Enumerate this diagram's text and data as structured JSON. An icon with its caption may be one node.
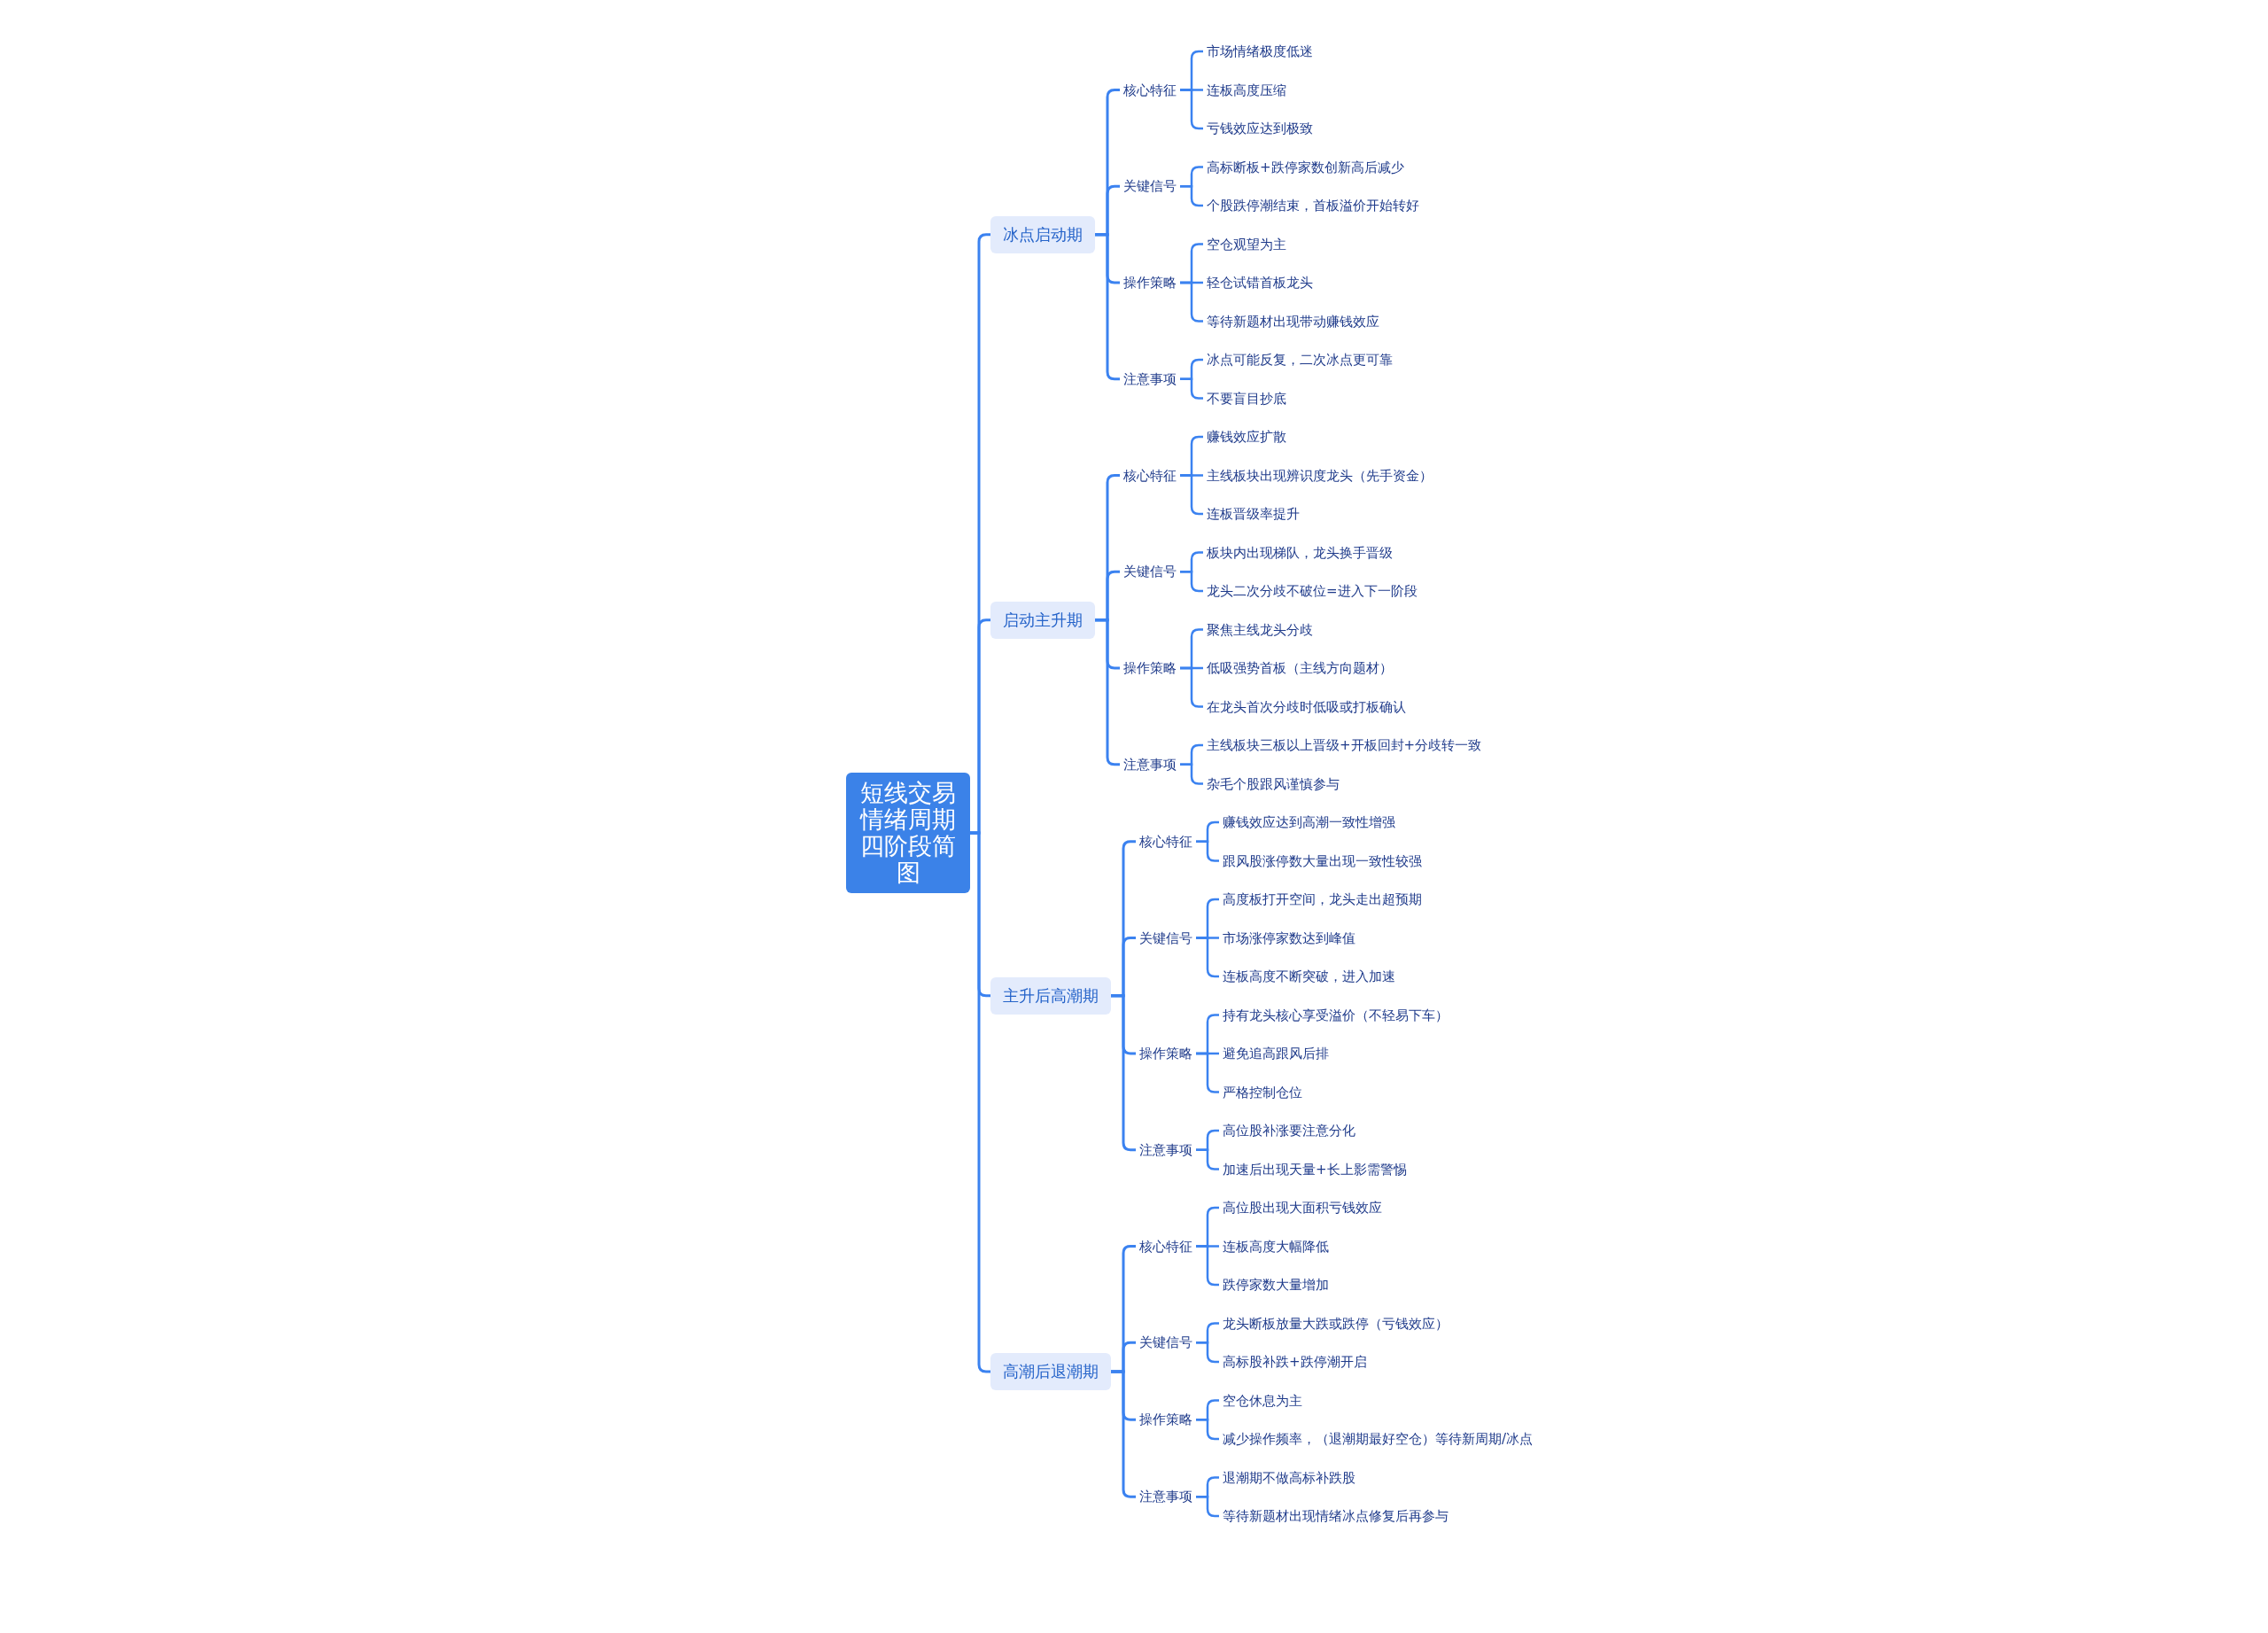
{
  "diagram": {
    "nodes": [
      {
        "text": [
          "短线交易情绪周期四阶段简图"
        ]
      },
      {
        "text": [
          "冰点启动期"
        ]
      },
      {
        "text": [
          "核心特征"
        ]
      },
      {
        "text": [
          "市场情绪极度低迷"
        ]
      },
      {
        "text": [
          "连板高度压缩"
        ]
      },
      {
        "text": [
          "亏钱效应达到极致"
        ]
      },
      {
        "text": [
          "关键信号"
        ]
      },
      {
        "text": [
          "高标断板+跌停家数创新高后减少"
        ]
      },
      {
        "text": [
          "个股跌停潮结束，首板溢价开始转好"
        ]
      },
      {
        "text": [
          "操作策略"
        ]
      },
      {
        "text": [
          "空仓观望为主"
        ]
      },
      {
        "text": [
          "轻仓试错首板龙头"
        ]
      },
      {
        "text": [
          "等待新题材出现带动赚钱效应"
        ]
      },
      {
        "text": [
          "注意事项"
        ]
      },
      {
        "text": [
          "冰点可能反复，二次冰点更可靠"
        ]
      },
      {
        "text": [
          "不要盲目抄底"
        ]
      },
      {
        "text": [
          "启动主升期"
        ]
      },
      {
        "text": [
          "核心特征"
        ]
      },
      {
        "text": [
          "赚钱效应扩散"
        ]
      },
      {
        "text": [
          "主线板块出现辨识度龙头（先手资金）"
        ]
      },
      {
        "text": [
          "连板晋级率提升"
        ]
      },
      {
        "text": [
          "关键信号"
        ]
      },
      {
        "text": [
          "板块内出现梯队，龙头换手晋级"
        ]
      },
      {
        "text": [
          "龙头二次分歧不破位=进入下一阶段"
        ]
      },
      {
        "text": [
          "操作策略"
        ]
      },
      {
        "text": [
          "聚焦主线龙头分歧"
        ]
      },
      {
        "text": [
          "低吸强势首板（主线方向题材）"
        ]
      },
      {
        "text": [
          "在龙头首次分歧时低吸或打板确认"
        ]
      },
      {
        "text": [
          "注意事项"
        ]
      },
      {
        "text": [
          "主线板块三板以上晋级+开板回封+分歧转一致"
        ]
      },
      {
        "text": [
          "杂毛个股跟风谨慎参与"
        ]
      },
      {
        "text": [
          "主升后高潮期"
        ]
      },
      {
        "text": [
          "核心特征"
        ]
      },
      {
        "text": [
          "赚钱效应达到高潮一致性增强"
        ]
      },
      {
        "text": [
          "跟风股涨停数大量出现一致性较强"
        ]
      },
      {
        "text": [
          "关键信号"
        ]
      },
      {
        "text": [
          "高度板打开空间，龙头走出超预期"
        ]
      },
      {
        "text": [
          "市场涨停家数达到峰值"
        ]
      },
      {
        "text": [
          "连板高度不断突破，进入加速"
        ]
      },
      {
        "text": [
          "操作策略"
        ]
      },
      {
        "text": [
          "持有龙头核心享受溢价（不轻易下车）"
        ]
      },
      {
        "text": [
          "避免追高跟风后排"
        ]
      },
      {
        "text": [
          "严格控制仓位"
        ]
      },
      {
        "text": [
          "注意事项"
        ]
      },
      {
        "text": [
          "高位股补涨要注意分化"
        ]
      },
      {
        "text": [
          "加速后出现天量+长上影需警惕"
        ]
      },
      {
        "text": [
          "高潮后退潮期"
        ]
      },
      {
        "text": [
          "核心特征"
        ]
      },
      {
        "text": [
          "高位股出现大面积亏钱效应"
        ]
      },
      {
        "text": [
          "连板高度大幅降低"
        ]
      },
      {
        "text": [
          "跌停家数大量增加"
        ]
      },
      {
        "text": [
          "关键信号"
        ]
      },
      {
        "text": [
          "龙头断板放量大跌或跌停（亏钱效应）"
        ]
      },
      {
        "text": [
          "高标股补跌+跌停潮开启"
        ]
      },
      {
        "text": [
          "操作策略"
        ]
      },
      {
        "text": [
          "空仓休息为主"
        ]
      },
      {
        "text": [
          "减少操作频率，（退潮期最好空仓）等待新周期/冰点"
        ]
      },
      {
        "text": [
          "注意事项"
        ]
      },
      {
        "text": [
          "退潮期不做高标补跌股"
        ]
      },
      {
        "text": [
          "等待新题材出现情绪冰点修复后再参与"
        ]
      }
    ],
    "edges": [
      {
        "from": 0,
        "to": 1,
        "arrow": "none"
      },
      {
        "from": 1,
        "to": 2,
        "arrow": "none"
      },
      {
        "from": 2,
        "to": 3,
        "arrow": "none"
      },
      {
        "from": 2,
        "to": 4,
        "arrow": "none"
      },
      {
        "from": 2,
        "to": 5,
        "arrow": "none"
      },
      {
        "from": 1,
        "to": 6,
        "arrow": "none"
      },
      {
        "from": 6,
        "to": 7,
        "arrow": "none"
      },
      {
        "from": 6,
        "to": 8,
        "arrow": "none"
      },
      {
        "from": 1,
        "to": 9,
        "arrow": "none"
      },
      {
        "from": 9,
        "to": 10,
        "arrow": "none"
      },
      {
        "from": 9,
        "to": 11,
        "arrow": "none"
      },
      {
        "from": 9,
        "to": 12,
        "arrow": "none"
      },
      {
        "from": 1,
        "to": 13,
        "arrow": "none"
      },
      {
        "from": 13,
        "to": 14,
        "arrow": "none"
      },
      {
        "from": 13,
        "to": 15,
        "arrow": "none"
      },
      {
        "from": 0,
        "to": 16,
        "arrow": "none"
      },
      {
        "from": 16,
        "to": 17,
        "arrow": "none"
      },
      {
        "from": 17,
        "to": 18,
        "arrow": "none"
      },
      {
        "from": 17,
        "to": 19,
        "arrow": "none"
      },
      {
        "from": 17,
        "to": 20,
        "arrow": "none"
      },
      {
        "from": 16,
        "to": 21,
        "arrow": "none"
      },
      {
        "from": 21,
        "to": 22,
        "arrow": "none"
      },
      {
        "from": 21,
        "to": 23,
        "arrow": "none"
      },
      {
        "from": 16,
        "to": 24,
        "arrow": "none"
      },
      {
        "from": 24,
        "to": 25,
        "arrow": "none"
      },
      {
        "from": 24,
        "to": 26,
        "arrow": "none"
      },
      {
        "from": 24,
        "to": 27,
        "arrow": "none"
      },
      {
        "from": 16,
        "to": 28,
        "arrow": "none"
      },
      {
        "from": 28,
        "to": 29,
        "arrow": "none"
      },
      {
        "from": 28,
        "to": 30,
        "arrow": "none"
      },
      {
        "from": 0,
        "to": 31,
        "arrow": "none"
      },
      {
        "from": 31,
        "to": 32,
        "arrow": "none"
      },
      {
        "from": 32,
        "to": 33,
        "arrow": "none"
      },
      {
        "from": 32,
        "to": 34,
        "arrow": "none"
      },
      {
        "from": 31,
        "to": 35,
        "arrow": "none"
      },
      {
        "from": 35,
        "to": 36,
        "arrow": "none"
      },
      {
        "from": 35,
        "to": 37,
        "arrow": "none"
      },
      {
        "from": 35,
        "to": 38,
        "arrow": "none"
      },
      {
        "from": 31,
        "to": 39,
        "arrow": "none"
      },
      {
        "from": 39,
        "to": 40,
        "arrow": "none"
      },
      {
        "from": 39,
        "to": 41,
        "arrow": "none"
      },
      {
        "from": 39,
        "to": 42,
        "arrow": "none"
      },
      {
        "from": 31,
        "to": 43,
        "arrow": "none"
      },
      {
        "from": 43,
        "to": 44,
        "arrow": "none"
      },
      {
        "from": 43,
        "to": 45,
        "arrow": "none"
      },
      {
        "from": 0,
        "to": 46,
        "arrow": "none"
      },
      {
        "from": 46,
        "to": 47,
        "arrow": "none"
      },
      {
        "from": 47,
        "to": 48,
        "arrow": "none"
      },
      {
        "from": 47,
        "to": 49,
        "arrow": "none"
      },
      {
        "from": 47,
        "to": 50,
        "arrow": "none"
      },
      {
        "from": 46,
        "to": 51,
        "arrow": "none"
      },
      {
        "from": 51,
        "to": 52,
        "arrow": "none"
      },
      {
        "from": 51,
        "to": 53,
        "arrow": "none"
      },
      {
        "from": 46,
        "to": 54,
        "arrow": "none"
      },
      {
        "from": 54,
        "to": 55,
        "arrow": "none"
      },
      {
        "from": 54,
        "to": 56,
        "arrow": "none"
      },
      {
        "from": 46,
        "to": 57,
        "arrow": "none"
      },
      {
        "from": 57,
        "to": 58,
        "arrow": "none"
      },
      {
        "from": 57,
        "to": 59,
        "arrow": "none"
      }
    ]
  }
}
